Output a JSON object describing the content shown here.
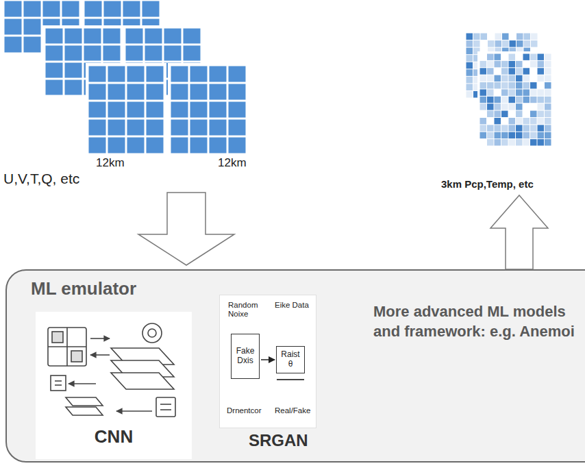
{
  "diagram": {
    "nodes": [
      {
        "text": [
          "U,V,T,Q, etc",
          "12km",
          "12km"
        ]
      },
      {
        "text": [
          "3km Pcp,Temp, etc"
        ]
      },
      {
        "text": [
          "ML emulator",
          "More advanced ML models and framework: e.g. Anemoi"
        ]
      },
      {
        "text": [
          "CNN"
        ],
        "in": 2
      },
      {
        "text": [
          "SRGAN"
        ],
        "in": 2
      },
      {
        "text": [
          "Fake Dxis"
        ],
        "in": 4
      },
      {
        "text": [
          "Raist θ"
        ],
        "in": 4
      }
    ],
    "edges": [
      {
        "from": 0,
        "to": 2,
        "arrow": "to"
      },
      {
        "from": 2,
        "to": 1,
        "arrow": "to"
      },
      {
        "from": 5,
        "to": 6,
        "arrow": "to"
      }
    ],
    "labels": [
      "Random Noixe",
      "Eike Data",
      "Drnentcor",
      "Real/Fake"
    ]
  }
}
